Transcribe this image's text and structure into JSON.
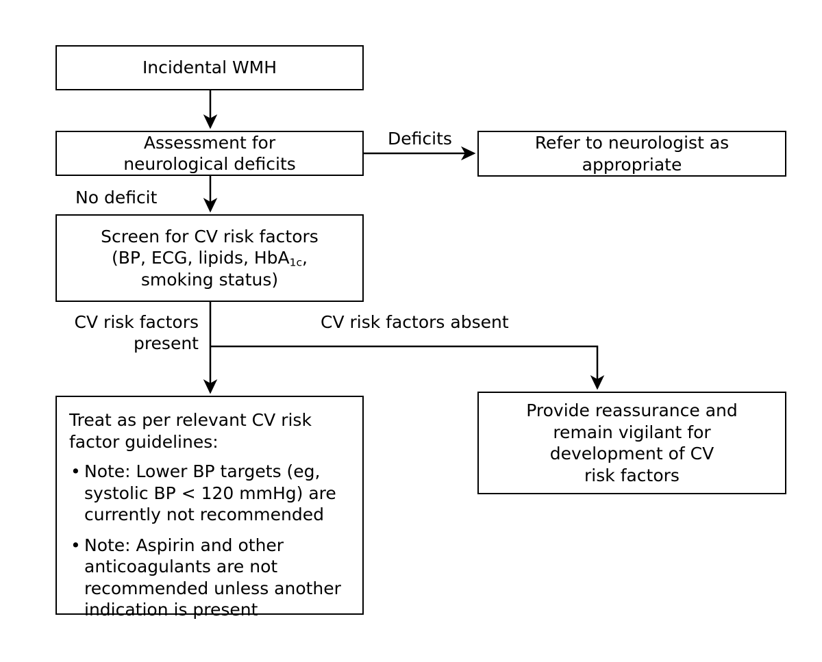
{
  "diagram": {
    "title": "Incidental WMH management flowchart",
    "background_color": "#ffffff",
    "line_color": "#000000",
    "text_color": "#000000"
  },
  "nodes": {
    "incidental_wmh": {
      "text": "Incidental WMH"
    },
    "assessment": {
      "text": "Assessment for\nneurological deficits"
    },
    "refer_neurologist": {
      "text": "Refer to neurologist as\nappropriate"
    },
    "screen_cv": {
      "line1": "Screen for CV risk factors",
      "line2_pre": "(BP, ECG, lipids, HbA",
      "line2_sub": "1c",
      "line2_post": ",",
      "line3": "smoking status)"
    },
    "treat": {
      "lead": "Treat as per relevant CV risk factor guidelines:",
      "bullet_glyph": "•",
      "bullets": [
        "Note: Lower BP targets (eg, systolic BP < 120 mmHg) are currently not recommended",
        "Note: Aspirin and other anticoagulants are not recommended unless another indication is present"
      ]
    },
    "reassurance": {
      "text": "Provide reassurance and\nremain vigilant for\ndevelopment of CV\nrisk factors"
    }
  },
  "edge_labels": {
    "deficits": "Deficits",
    "no_deficit": "No deficit",
    "cv_present": "CV risk factors\npresent",
    "cv_absent": "CV risk factors absent"
  }
}
